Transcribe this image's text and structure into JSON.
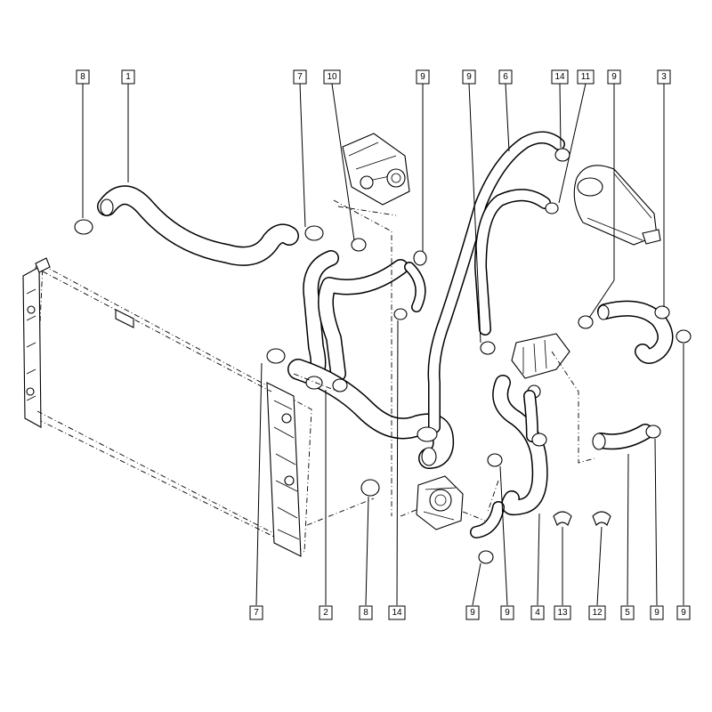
{
  "callouts_top": [
    "8",
    "1",
    "7",
    "10",
    "9",
    "9",
    "6",
    "14",
    "11",
    "9",
    "3"
  ],
  "callouts_bottom": [
    "7",
    "2",
    "8",
    "14",
    "9",
    "9",
    "4",
    "13",
    "12",
    "5",
    "9",
    "9"
  ],
  "icons": [
    "radiator",
    "thermostat-housing",
    "expansion-tank",
    "water-pump",
    "hose",
    "hose-clamp",
    "connector-block"
  ]
}
